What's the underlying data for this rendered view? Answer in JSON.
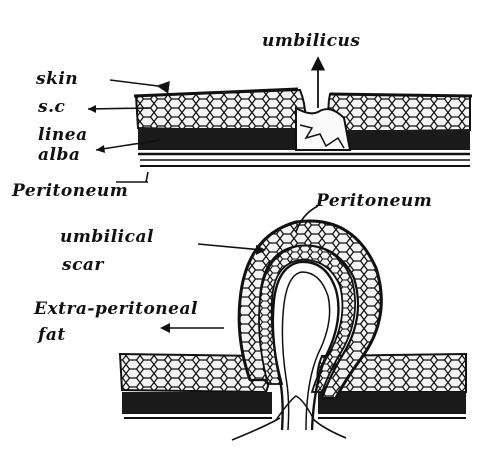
{
  "colors": {
    "ink": "#111111",
    "paper": "#ffffff",
    "fat_fill": "#f4f4f4"
  },
  "upper_figure": {
    "labels": {
      "umbilicus": "umbilicus",
      "skin": "skin",
      "sc": "s.c",
      "linea_1": "linea",
      "linea_2": "alba",
      "peritoneum": "Peritoneum"
    }
  },
  "lower_figure": {
    "labels": {
      "peritoneum": "Peritoneum",
      "scar_1": "umbilical",
      "scar_2": "scar",
      "fat_1": "Extra-peritoneal",
      "fat_2": "fat"
    }
  }
}
